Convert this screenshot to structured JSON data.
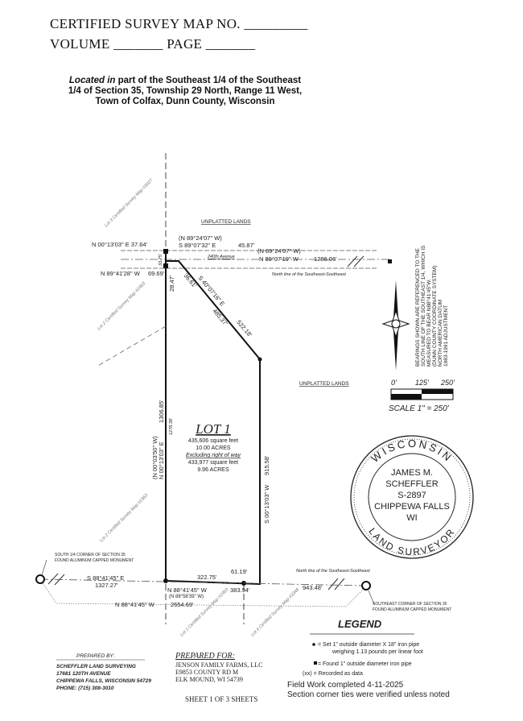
{
  "header": {
    "line1": "CERTIFIED SURVEY MAP NO. _________",
    "line2": "VOLUME _______ PAGE _______"
  },
  "location": {
    "prefix": "Located in",
    "line1": " part of the Southeast 1/4 of the Southeast",
    "line2": "1/4 of Section 35, Township 29 North, Range 11 West,",
    "line3": "Town of Colfax, Dunn County, Wisconsin"
  },
  "map": {
    "unplatted_top": "UNPLATTED LANDS",
    "unplatted_right": "UNPLATTED LANDS",
    "road": "240th Avenue",
    "b_n001303e": "N 00°13'03\" E 37.64'",
    "b_n892407w_rec1": "(N 89°24'07\" W)",
    "b_s890732e": "S 89°07'32\" E",
    "d_4587": "45.87'",
    "b_n892407w_rec2": "(N 89°24'07\" W)",
    "b_n890719w": "N 89°07'19\" W",
    "d_128606": "1286.06'",
    "b_n894128w": "N 89°41'28\" W",
    "d_6969": "69.69'",
    "d_3375": "33.75'",
    "d_2847": "28.47'",
    "d_3661": "36.61'",
    "b_s400716e": "S 40°07'16\" E",
    "d_52218": "522.18'",
    "d_48537": "485.37'",
    "north_line_top": "North line of the Southeast-Southeast",
    "north_line_bottom": "North line of the Southeast-Southeast",
    "west_rec": "(N 00°03'50\" W)",
    "west_bearing": "N 00°13'03\" E",
    "d_130685": "1306.85'",
    "d_127838": "1278.38'",
    "east_bearing": "S 00°13'03\" W",
    "d_91558": "915.58'",
    "south_corner_1": "SOUTH 1/4 CORNER OF SECTION 35",
    "south_corner_2": "FOUND ALUMINUM CAPPED MONUMENT",
    "b_s884145e": "S 88°41'45\" E",
    "d_132727": "1327.27'",
    "d_32275": "322.75'",
    "d_6119": "61.19'",
    "b_n884145w": "N 88°41'45\" W",
    "d_38394": "383.94'",
    "b_n885839w_rec": "(N 88°58'39\" W)",
    "b_n884145w_2": "N 88°41'45\" W",
    "d_265469": "2654.69'",
    "d_94348": "943.48'",
    "se_corner_1": "SOUTHEAST CORNER OF SECTION 35",
    "se_corner_2": "FOUND ALUMINUM CAPPED MONUMENT",
    "lot_labels": [
      "Lot 3 Certified Survey Map #3027",
      "Lot 2 Certified Survey Map #1953",
      "Lot 2 Certified Survey Map #1953",
      "Lot 1 Certified Survey Map #1953",
      "Lot 4 Certified Survey Map #3348"
    ]
  },
  "lot": {
    "title": "LOT 1",
    "sqft": "435,606 square feet",
    "acres": "10.00 ACRES",
    "excluding": "Excluding right of way",
    "sqft_net": "433,977 square feet",
    "acres_net": "9.96 ACRES"
  },
  "bearings_note": [
    "BEARINGS SHOWN ARE REFERENCED TO THE",
    "SOUTH LINE OF THE SOUTHEAST 1/4, WHICH IS",
    "MEASURED TO BEAR N88°41'45\"W.",
    "(DUNN COUNTY COORDINATE SYSTEM)",
    "NORTH AMERICAN DATUM",
    "1983-1991 ADJUSTMENT"
  ],
  "scale": {
    "t0": "0'",
    "t1": "125'",
    "t2": "250'",
    "label": "SCALE 1\" = 250'"
  },
  "seal": {
    "top": "WISCONSIN",
    "bottom": "LAND SURVEYOR",
    "name": "JAMES M.",
    "surname": "SCHEFFLER",
    "number": "S-2897",
    "city": "CHIPPEWA FALLS",
    "state": "WI"
  },
  "legend": {
    "title": "LEGEND",
    "item1a": "= Set 1\" outside diameter X 18\"  iron pipe",
    "item1b": "weighing 1.13 pounds per linear foot",
    "item2": "= Found 1\" outside diameter iron pipe",
    "item3": "(xx) = Recorded as data",
    "field_work": "Field Work completed 4-11-2025",
    "ties": "Section corner ties were verified unless noted"
  },
  "prepared_by": {
    "title": "PREPARED BY:",
    "name": "SCHEFFLER LAND SURVEYING",
    "addr1": "17681 120TH AVENUE",
    "addr2": "CHIPPEWA FALLS, WISCONSIN 54729",
    "phone": "PHONE: (715) 308-3010"
  },
  "prepared_for": {
    "title": "PREPARED FOR:",
    "name": "JENSON FAMILY FARMS, LLC",
    "addr1": "E9853 COUNTY RD M",
    "addr2": "ELK MOUND, WI 54739"
  },
  "sheet": "SHEET 1 OF 3 SHEETS"
}
